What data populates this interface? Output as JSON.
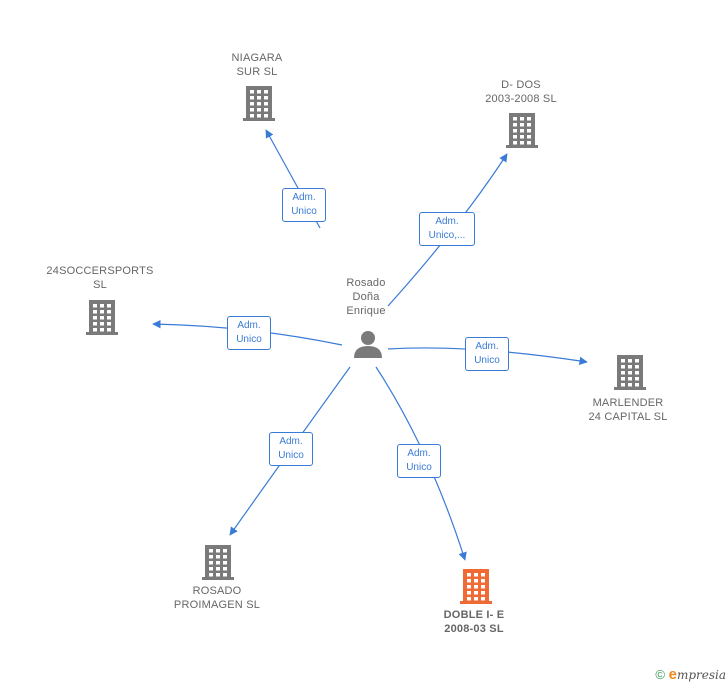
{
  "center": {
    "name": "Rosado\nDoña\nEnrique",
    "icon": "person-icon"
  },
  "companies": [
    {
      "id": "niagara",
      "name": "NIAGARA\nSUR  SL",
      "relation": [
        "Adm.",
        "Unico"
      ],
      "highlight": false
    },
    {
      "id": "ddos",
      "name": "D- DOS\n2003-2008  SL",
      "relation": [
        "Adm.",
        "Unico,..."
      ],
      "highlight": false
    },
    {
      "id": "soccer",
      "name": "24SOCCERSPORTS\nSL",
      "relation": [
        "Adm.",
        "Unico"
      ],
      "highlight": false
    },
    {
      "id": "marlender",
      "name": "MARLENDER\n24 CAPITAL  SL",
      "relation": [
        "Adm.",
        "Unico"
      ],
      "highlight": false
    },
    {
      "id": "proimagen",
      "name": "ROSADO\nPROIMAGEN SL",
      "relation": [
        "Adm.",
        "Unico"
      ],
      "highlight": false
    },
    {
      "id": "doble",
      "name": "DOBLE I- E\n2008-03  SL",
      "relation": [
        "Adm.",
        "Unico"
      ],
      "highlight": true
    }
  ],
  "colors": {
    "edge": "#3a7bd5",
    "building": "#7a7a7a",
    "building_highlight": "#f06a35",
    "person": "#7a7a7a"
  },
  "footer": {
    "copyright": "©",
    "brand": "mpresia",
    "brand_initial": "e"
  }
}
